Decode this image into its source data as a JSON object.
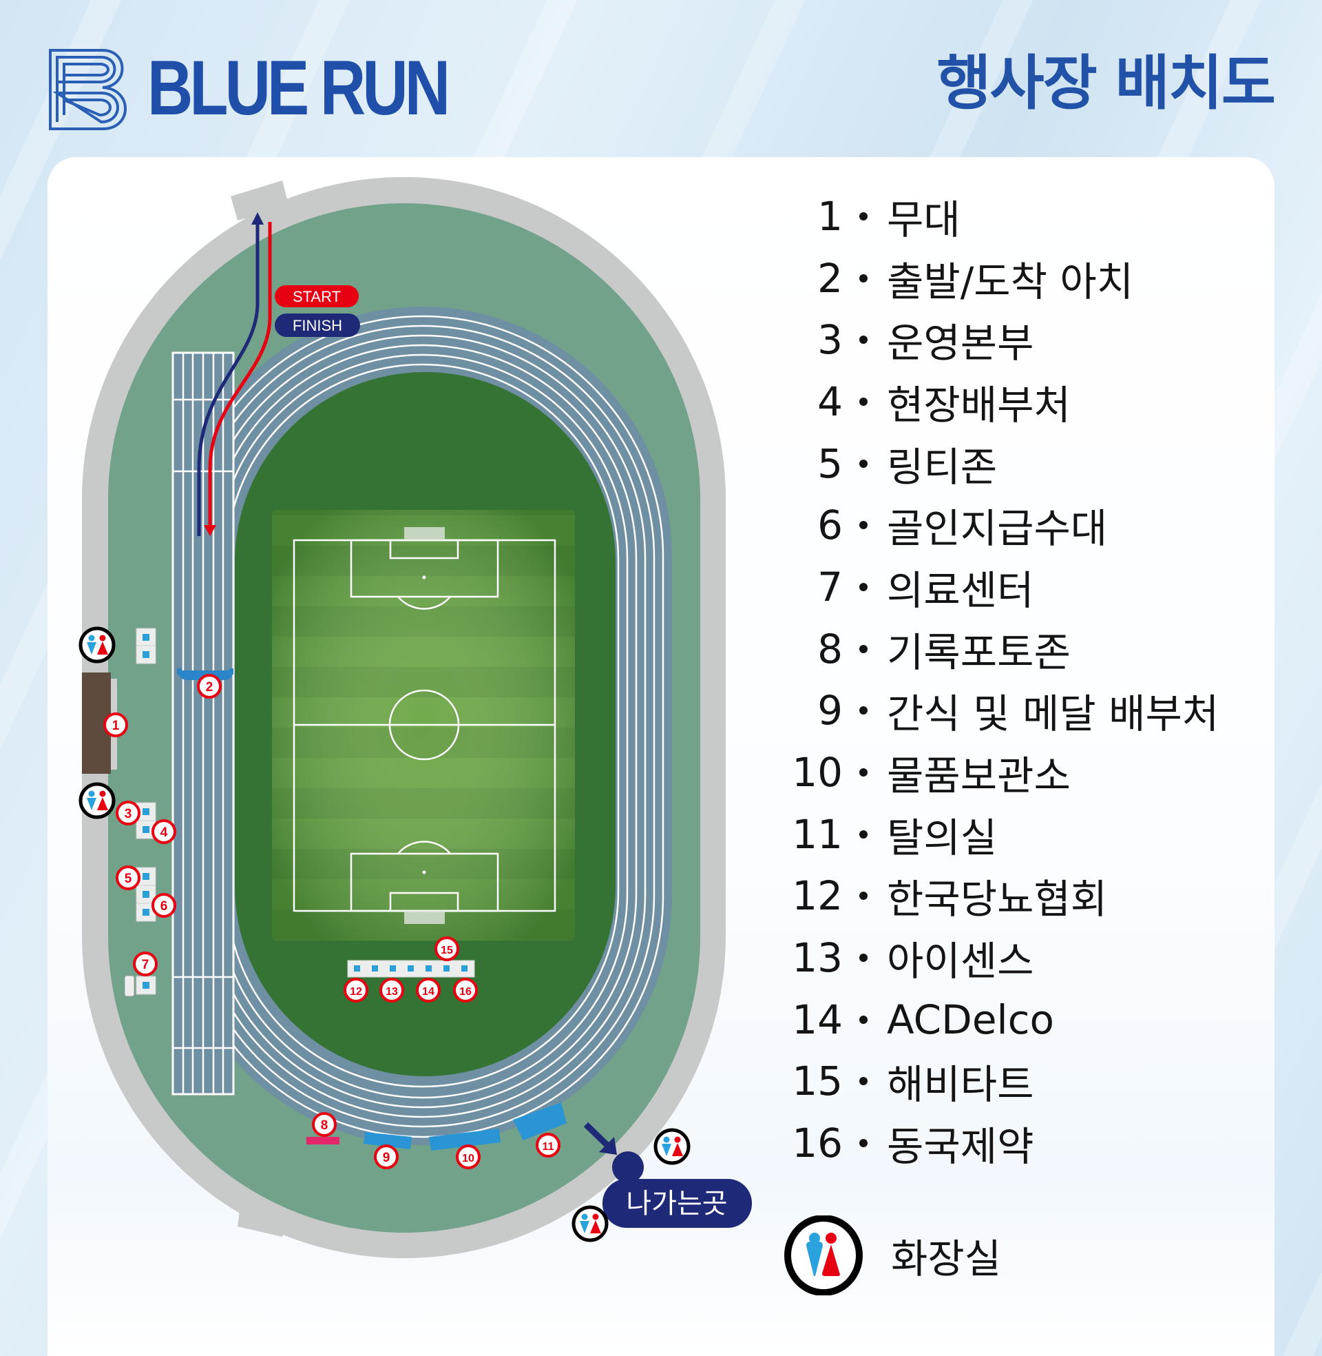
{
  "header": {
    "brand": "BLUE RUN",
    "title": "행사장 배치도"
  },
  "map": {
    "start_label": "START",
    "finish_label": "FINISH",
    "exit_label": "나가는곳",
    "markers": [
      "1",
      "2",
      "3",
      "4",
      "5",
      "6",
      "7",
      "8",
      "9",
      "10",
      "11",
      "12",
      "13",
      "14",
      "15",
      "16"
    ]
  },
  "legend": {
    "items": [
      {
        "num": "1",
        "label": "무대"
      },
      {
        "num": "2",
        "label": "출발/도착 아치"
      },
      {
        "num": "3",
        "label": "운영본부"
      },
      {
        "num": "4",
        "label": "현장배부처"
      },
      {
        "num": "5",
        "label": "링티존"
      },
      {
        "num": "6",
        "label": "골인지급수대"
      },
      {
        "num": "7",
        "label": "의료센터"
      },
      {
        "num": "8",
        "label": "기록포토존"
      },
      {
        "num": "9",
        "label": "간식 및 메달 배부처"
      },
      {
        "num": "10",
        "label": "물품보관소"
      },
      {
        "num": "11",
        "label": "탈의실"
      },
      {
        "num": "12",
        "label": "한국당뇨협회"
      },
      {
        "num": "13",
        "label": "아이센스"
      },
      {
        "num": "14",
        "label": "ACDelco"
      },
      {
        "num": "15",
        "label": "해비타트"
      },
      {
        "num": "16",
        "label": "동국제약"
      }
    ],
    "toilet_label": "화장실"
  },
  "colors": {
    "brand": "#1f4fa8",
    "marker": "#e60012",
    "exit": "#1e2a78",
    "track": "#6f8fa3",
    "field": "#5f9a37"
  }
}
